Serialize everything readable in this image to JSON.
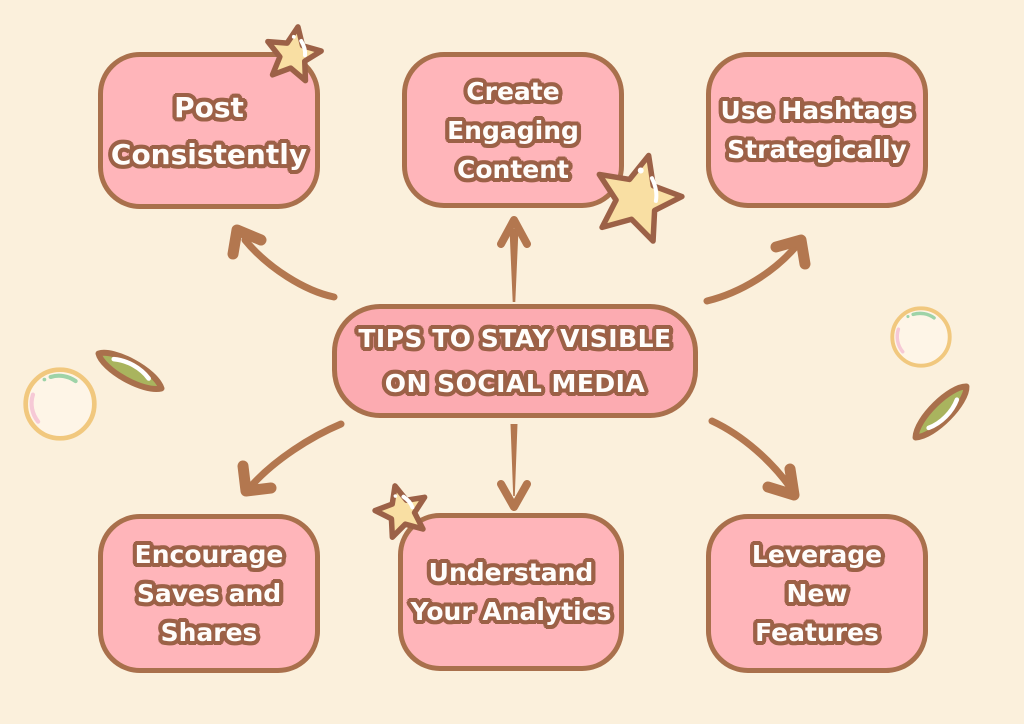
{
  "title": {
    "line1": "TIPS TO STAY VISIBLE",
    "line2": "ON SOCIAL MEDIA"
  },
  "tips": [
    {
      "id": "post-consistently",
      "lines": [
        "Post",
        "Consistently"
      ]
    },
    {
      "id": "create-engaging-content",
      "lines": [
        "Create",
        "Engaging",
        "Content"
      ]
    },
    {
      "id": "use-hashtags-strategically",
      "lines": [
        "Use Hashtags",
        "Strategically"
      ]
    },
    {
      "id": "encourage-saves-and-shares",
      "lines": [
        "Encourage",
        "Saves and",
        "Shares"
      ]
    },
    {
      "id": "understand-your-analytics",
      "lines": [
        "Understand",
        "Your Analytics"
      ]
    },
    {
      "id": "leverage-new-features",
      "lines": [
        "Leverage",
        "New",
        "Features"
      ]
    }
  ],
  "decorations": [
    {
      "name": "star-icon",
      "count": 3
    },
    {
      "name": "leaf-icon",
      "count": 2
    },
    {
      "name": "bubble-icon",
      "count": 2
    },
    {
      "name": "curved-arrow-icon",
      "count": 6
    }
  ],
  "colors": {
    "background": "#FBF0DC",
    "box_fill": "#FFB5BA",
    "center_fill": "#FCABB1",
    "border_brown": "#A9704C",
    "outline_brown": "#9C6147",
    "arrow_brown": "#B3774F",
    "star_fill": "#F9DFA3",
    "leaf_green": "#A9B45E",
    "bubble_ring_color": "#F1C87E",
    "bubble_fill": "#FEF6E9",
    "bubble_green": "#9ED3A8",
    "bubble_pink": "#F6C9D6"
  }
}
